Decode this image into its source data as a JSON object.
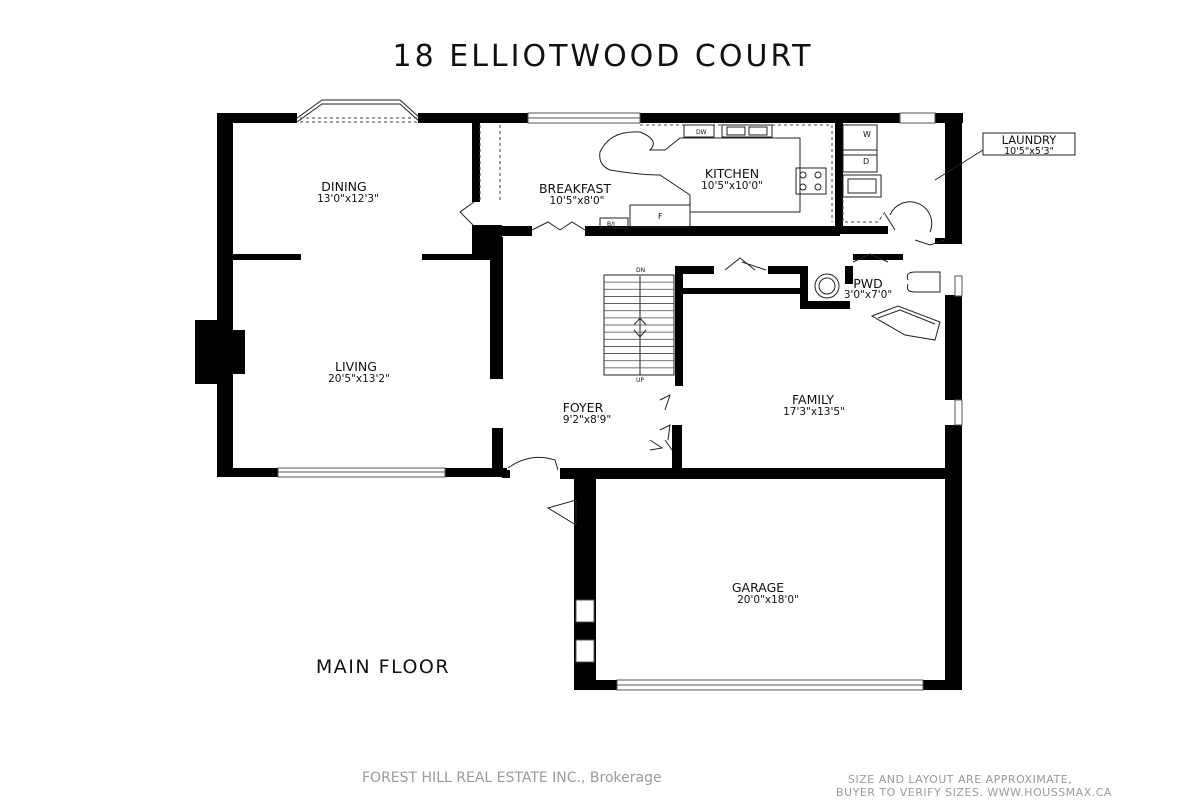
{
  "plan": {
    "title": "18 ELLIOTWOOD COURT",
    "floor_label": "MAIN FLOOR",
    "watermark": "FOREST HILL REAL ESTATE INC., Brokerage",
    "disclaimer_line1": "SIZE AND LAYOUT ARE APPROXIMATE,",
    "disclaimer_line2": "BUYER TO VERIFY SIZES. WWW.HOUSSMAX.CA",
    "rooms": {
      "dining": {
        "name": "DINING",
        "dims": "13'0\"x12'3\""
      },
      "living": {
        "name": "LIVING",
        "dims": "20'5\"x13'2\""
      },
      "breakfast": {
        "name": "BREAKFAST",
        "dims": "10'5\"x8'0\""
      },
      "kitchen": {
        "name": "KITCHEN",
        "dims": "10'5\"x10'0\""
      },
      "laundry": {
        "name": "LAUNDRY",
        "dims": "10'5\"x5'3\""
      },
      "pwd": {
        "name": "PWD",
        "dims": "3'0\"x7'0\""
      },
      "foyer": {
        "name": "FOYER",
        "dims": "9'2\"x8'9\""
      },
      "family": {
        "name": "FAMILY",
        "dims": "17'3\"x13'5\""
      },
      "garage": {
        "name": "GARAGE",
        "dims": "20'0\"x18'0\""
      }
    },
    "fixtures": {
      "dishwasher": "DW",
      "washer": "W",
      "dryer": "D",
      "fridge": "F",
      "builtin": "B/I",
      "stair_down": "DN",
      "stair_up": "UP"
    }
  }
}
